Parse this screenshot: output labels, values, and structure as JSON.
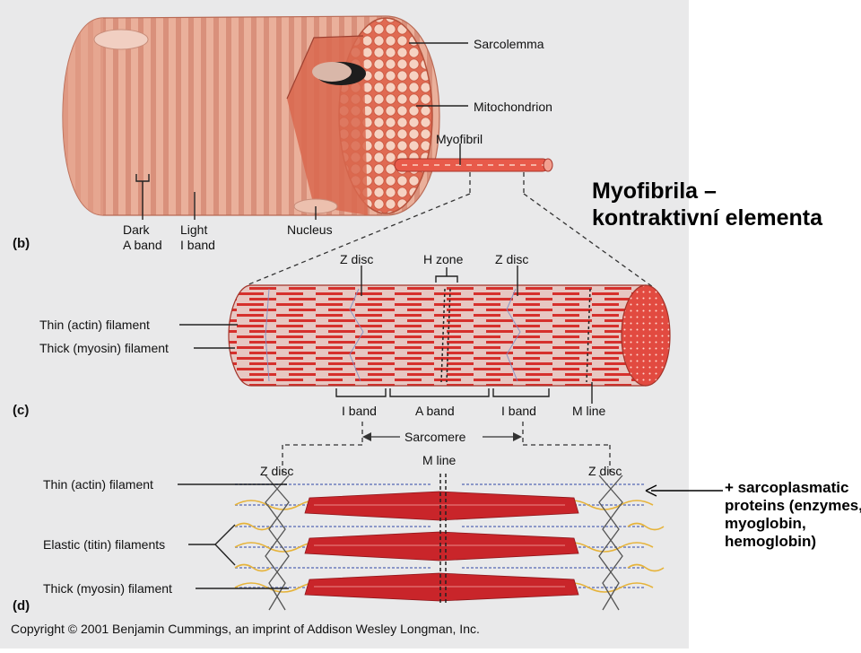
{
  "labels": {
    "sarcolemma": "Sarcolemma",
    "mitochondrion": "Mitochondrion",
    "myofibril": "Myofibril",
    "dark": "Dark",
    "a_band": "A band",
    "light": "Light",
    "i_band": "I band",
    "nucleus": "Nucleus",
    "z_disc": "Z disc",
    "h_zone": "H zone",
    "thin_filament": "Thin (actin) filament",
    "thick_filament": "Thick (myosin) filament",
    "m_line": "M line",
    "sarcomere": "Sarcomere",
    "elastic_filaments": "Elastic (titin) filaments"
  },
  "panels": {
    "b": "(b)",
    "c": "(c)",
    "d": "(d)"
  },
  "copyright": "Copyright © 2001 Benjamin Cummings, an imprint of Addison Wesley Longman, Inc.",
  "title": {
    "line1": "Myofibrila –",
    "line2": "kontraktivní elementa"
  },
  "note": {
    "line1": "+ sarcoplasmatic",
    "line2": "proteins (enzymes,",
    "line3": "myoglobin,",
    "line4": "hemoglobin)"
  },
  "colors": {
    "fiber": "#e9a892",
    "fiber_stripe": "#cf7f6a",
    "myofibril_red": "#d9302c",
    "background": "#e9e9ea",
    "titin": "#e6b33a",
    "actin": "#8c98c8"
  }
}
